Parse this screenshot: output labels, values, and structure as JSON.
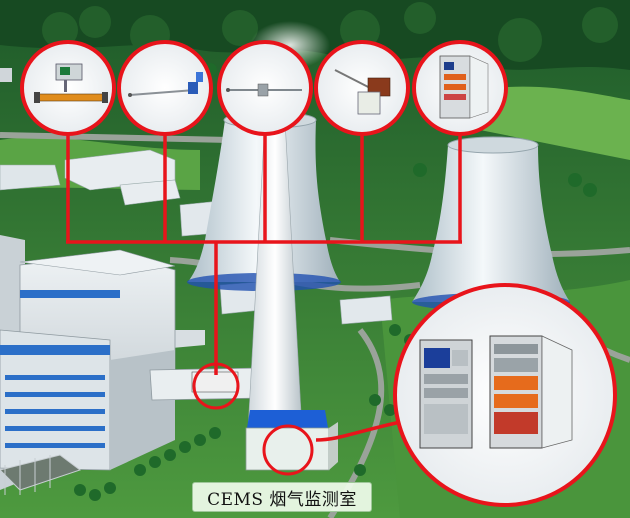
{
  "caption": {
    "text": "CEMS 烟气监测室"
  },
  "colors": {
    "connector": "#e8141b",
    "circle_border": "#e8141b",
    "grass": "#4f9a3e",
    "road": "#8f9a8f",
    "tower": "#d8e4ea",
    "building_blue": "#2b6fc8",
    "monitor_room_roof": "#1d5fd6"
  },
  "callouts": [
    {
      "id": "gas-analyzer-probe",
      "icon": "heated-sampling-probe"
    },
    {
      "id": "flow-velocity-probe",
      "icon": "pitot-flow-probe"
    },
    {
      "id": "temperature-probe",
      "icon": "temperature-pressure-probe"
    },
    {
      "id": "dust-monitor",
      "icon": "opacity-dust-monitor"
    },
    {
      "id": "analyzer-cabinet-small",
      "icon": "analyzer-cabinet"
    }
  ],
  "big_callout": {
    "id": "analyzer-cabinets",
    "icon": "cems-cabinets"
  }
}
